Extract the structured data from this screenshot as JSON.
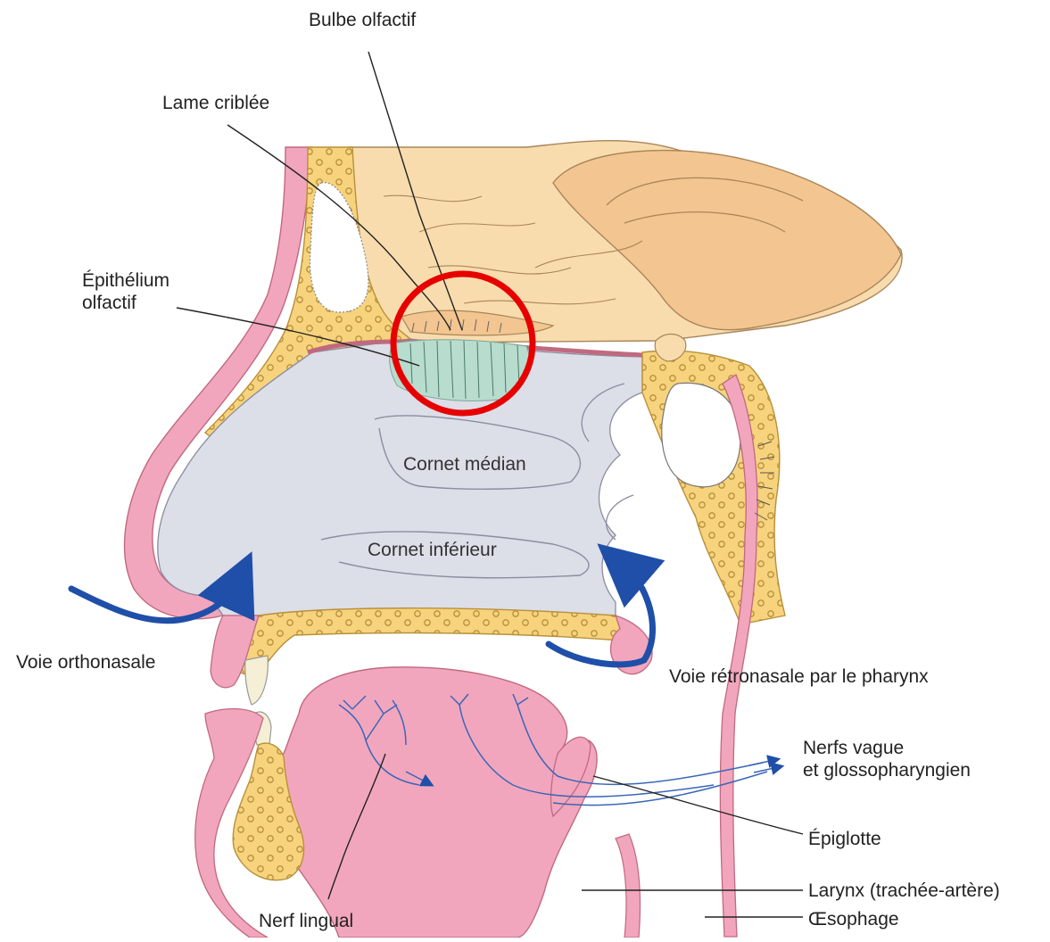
{
  "labels": {
    "bulbe": "Bulbe olfactif",
    "lame": "Lame criblée",
    "epithelium_1": "Épithélium",
    "epithelium_2": "olfactif",
    "cornet_median": "Cornet médian",
    "cornet_inferieur": "Cornet inférieur",
    "voie_ortho": "Voie orthonasale",
    "voie_retro": "Voie rétronasale par le pharynx",
    "nerfs_1": "Nerfs vague",
    "nerfs_2": "et glossopharyngien",
    "epiglotte": "Épiglotte",
    "larynx": "Larynx (trachée-artère)",
    "oesophage": "Œsophage",
    "nerf_lingual": "Nerf lingual"
  },
  "colors": {
    "skin": "#f2a6bd",
    "skin_stroke": "#c0697f",
    "bone": "#f7d37d",
    "bone_stroke": "#b8903a",
    "brain": "#f9dcae",
    "brain_dark": "#f3c590",
    "nasal_cavity": "#dcdee8",
    "epithelium": "#b8dccd",
    "arrow": "#1f4fa8",
    "nerve": "#3a66b8",
    "highlight": "#e60000",
    "line": "#222222"
  },
  "icons": {
    "highlight": "red-circle-highlight",
    "airflow": "blue-curved-arrow"
  }
}
